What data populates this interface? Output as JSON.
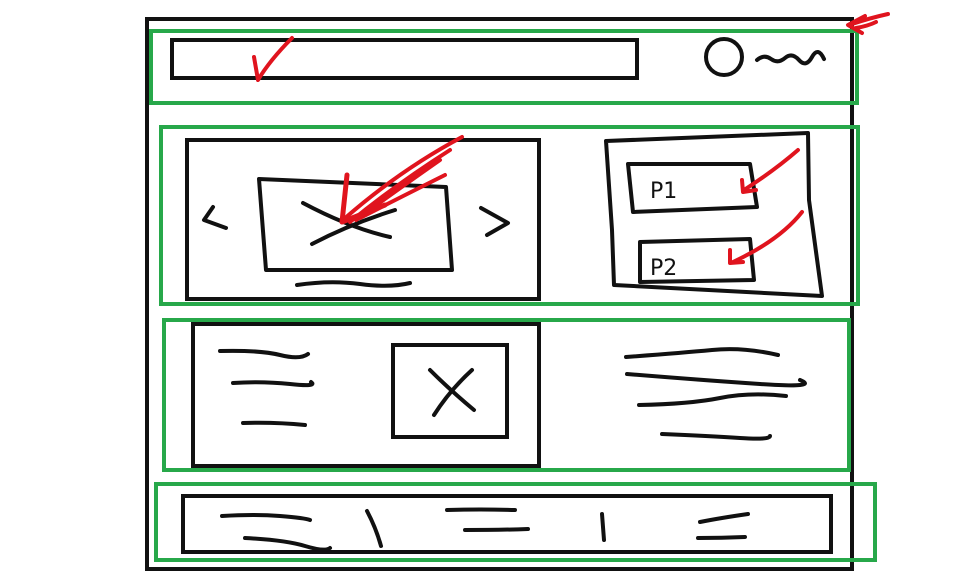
{
  "colors": {
    "ink": "#111111",
    "frame_green": "#27a84a",
    "annotation_red": "#e0141e",
    "background": "#ffffff"
  },
  "header": {
    "search_bar": "empty",
    "avatar_icon": "user-circle-icon"
  },
  "carousel": {
    "prev_icon": "chevron-left-icon",
    "next_icon": "chevron-right-icon",
    "image_icon": "image-placeholder-icon"
  },
  "side_panel": {
    "items": [
      "P1",
      "P2"
    ]
  },
  "content": {
    "image_icon": "image-placeholder-icon"
  },
  "annotations": {
    "check_icon": "check-icon",
    "arrow_icon": "arrow-icon"
  }
}
